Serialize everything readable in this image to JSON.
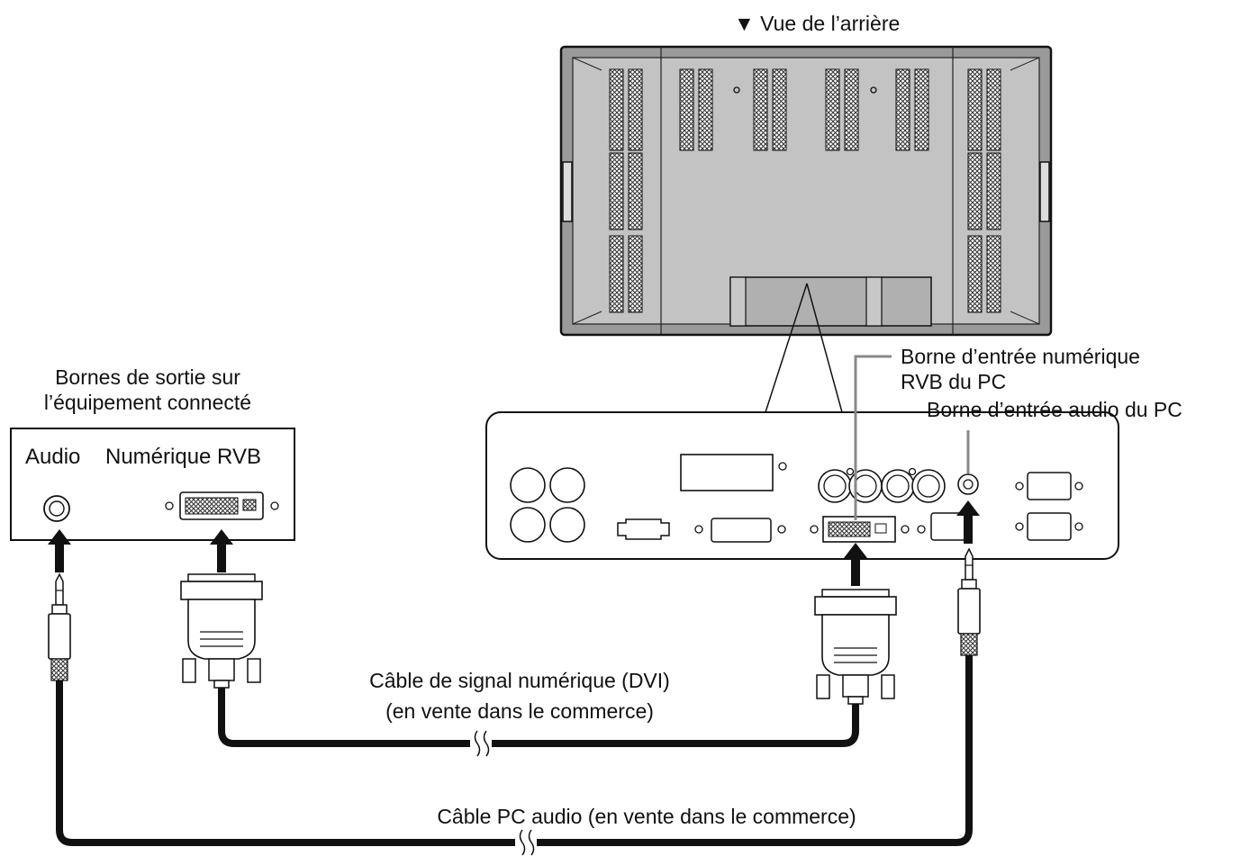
{
  "rear_view_title": "▼ Vue de l’arrière",
  "source_device": {
    "title_line1": "Bornes de sortie sur",
    "title_line2": "l’équipement connecté",
    "audio_label": "Audio",
    "rgb_label": "Numérique RVB"
  },
  "callouts": {
    "digital_input_line1": "Borne d’entrée numérique",
    "digital_input_line2": "RVB du PC",
    "audio_input": "Borne d’entrée audio du PC"
  },
  "cables": {
    "dvi_line1": "Câble de signal numérique (DVI)",
    "dvi_line2": "(en vente dans le commerce)",
    "audio": "Câble PC audio (en vente dans le commerce)"
  }
}
